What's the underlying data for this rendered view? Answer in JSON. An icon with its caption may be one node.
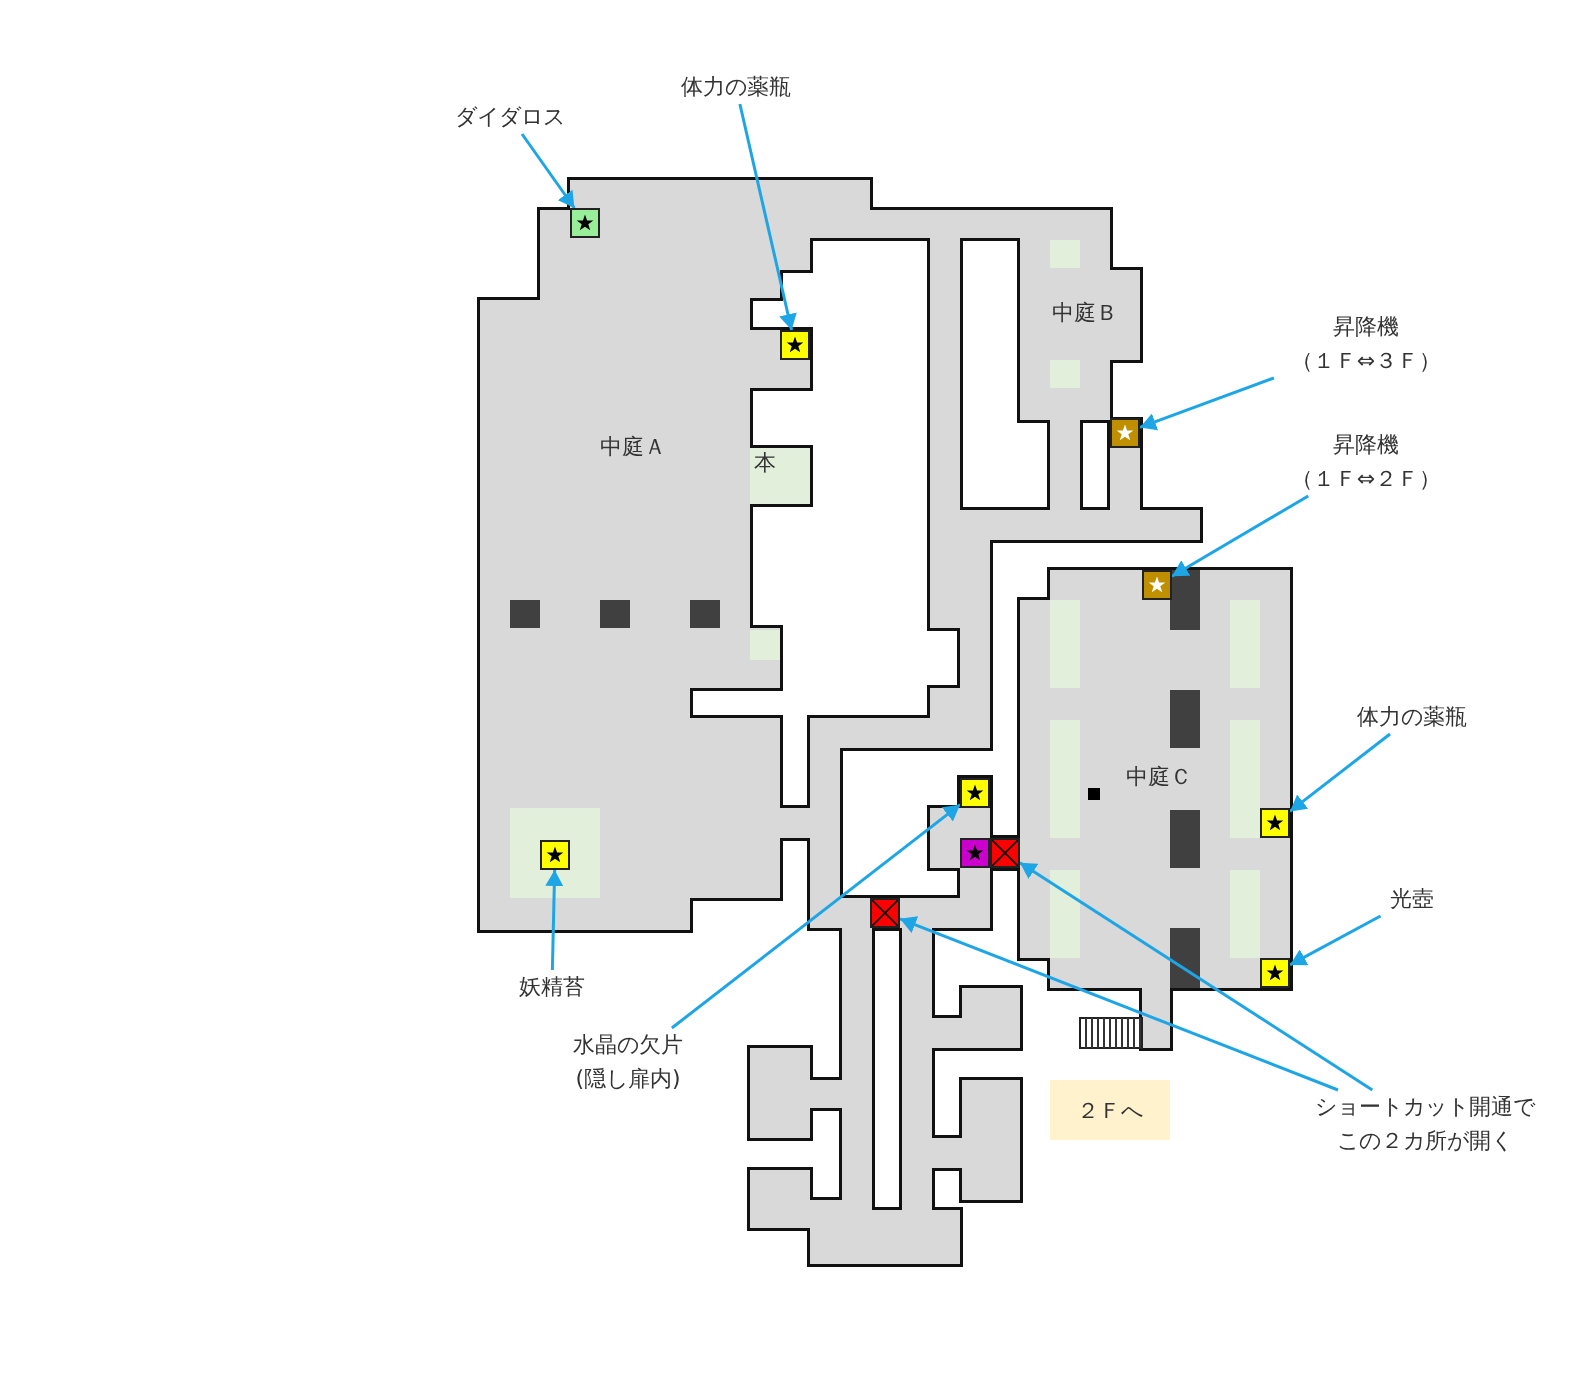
{
  "diagram": {
    "nodes": [
      {
        "text": [
          "ダイダロス"
        ]
      },
      {
        "text": [],
        "shape": "box"
      },
      {
        "text": [
          "体力の薬瓶"
        ]
      },
      {
        "text": [],
        "shape": "box"
      },
      {
        "text": [
          "昇降機",
          "（１Ｆ⇔３Ｆ）"
        ]
      },
      {
        "text": [],
        "shape": "box"
      },
      {
        "text": [
          "昇降機",
          "（１Ｆ⇔２Ｆ）"
        ]
      },
      {
        "text": [],
        "shape": "box"
      },
      {
        "text": [
          "体力の薬瓶"
        ]
      },
      {
        "text": [],
        "shape": "box"
      },
      {
        "text": [
          "光壺"
        ]
      },
      {
        "text": [],
        "shape": "box"
      },
      {
        "text": [
          "妖精苔"
        ]
      },
      {
        "text": [],
        "shape": "box"
      },
      {
        "text": [
          "水晶の欠片",
          "(隠し扉内)"
        ]
      },
      {
        "text": [],
        "shape": "box"
      },
      {
        "text": [
          "ショートカット開通でこの２カ所が開く"
        ]
      },
      {
        "text": [],
        "shape": "box"
      },
      {
        "text": [],
        "shape": "box"
      },
      {
        "text": [],
        "shape": "box"
      },
      {
        "text": [
          "２Ｆへ"
        ]
      }
    ],
    "edges": [
      {
        "from": 0,
        "to": 1,
        "arrow": "to"
      },
      {
        "from": 2,
        "to": 3,
        "arrow": "to"
      },
      {
        "from": 4,
        "to": 5,
        "arrow": "to"
      },
      {
        "from": 6,
        "to": 7,
        "arrow": "to"
      },
      {
        "from": 8,
        "to": 9,
        "arrow": "to"
      },
      {
        "from": 10,
        "to": 11,
        "arrow": "to"
      },
      {
        "from": 12,
        "to": 13,
        "arrow": "to"
      },
      {
        "from": 14,
        "to": 15,
        "arrow": "to"
      },
      {
        "from": 16,
        "to": 17,
        "arrow": "to"
      },
      {
        "from": 16,
        "to": 18,
        "arrow": "to"
      }
    ],
    "labels": [
      "中庭Ａ",
      "本",
      "中庭Ｂ",
      "中庭Ｃ"
    ]
  }
}
